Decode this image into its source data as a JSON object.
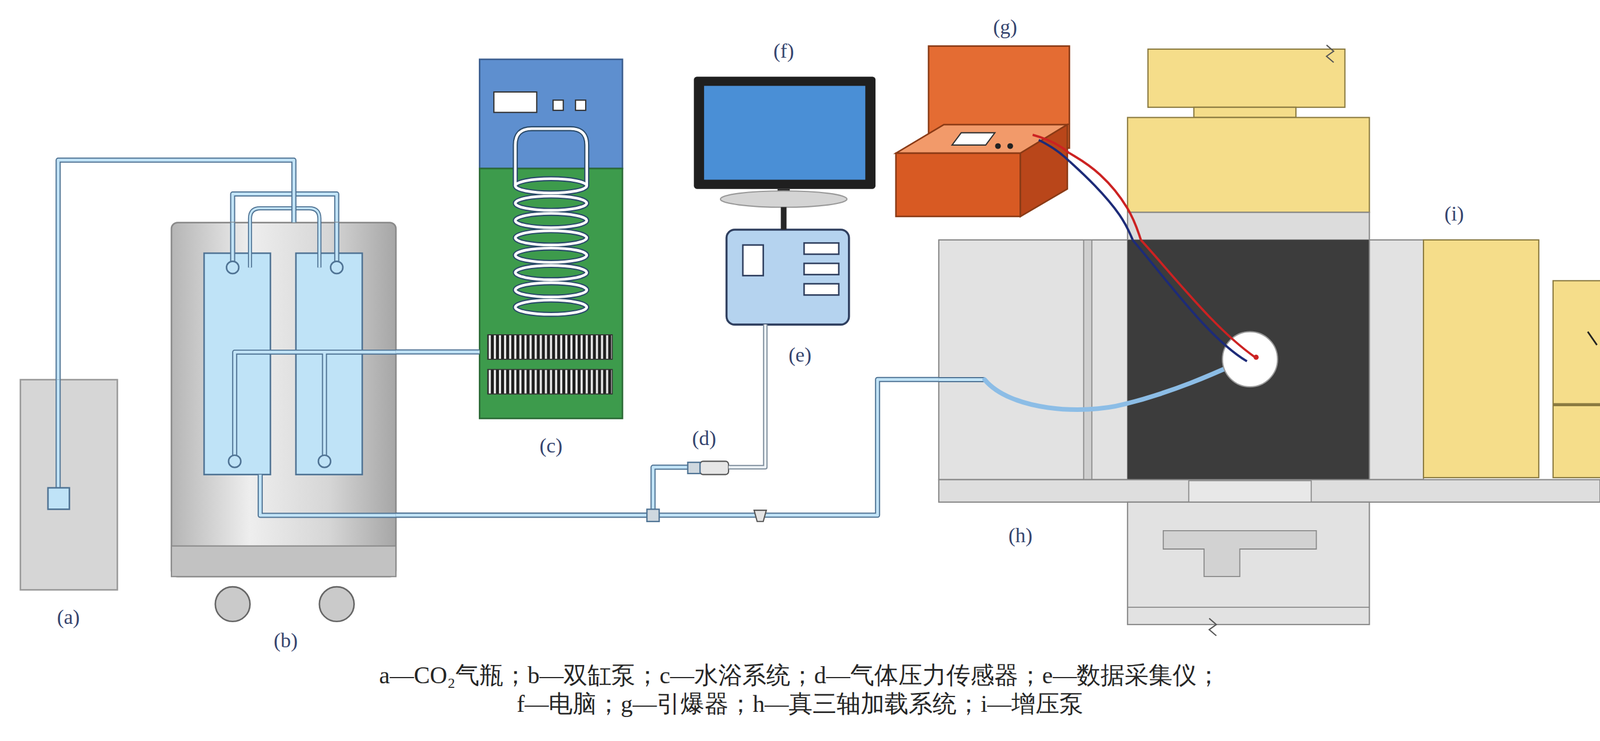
{
  "diagram": {
    "caption": "a—CO₂气瓶；b—双缸泵；c—水浴系统；d—气体压力传感器；e—数据采集仪； f—电脑；g—引爆器；h—真三轴加载系统；i—增压泵",
    "nodes": [
      {
        "text": [
          "(a)"
        ]
      },
      {
        "text": [
          "(b)"
        ]
      },
      {
        "text": [
          "(c)"
        ]
      },
      {
        "text": [
          "(f)"
        ]
      },
      {
        "text": [
          "(e)"
        ]
      },
      {
        "text": [
          "(d)"
        ]
      },
      {
        "text": [
          "(g)"
        ]
      },
      {
        "text": [
          "(h)"
        ]
      },
      {
        "text": [
          "(i)"
        ]
      }
    ],
    "edges": [
      {
        "from": 0,
        "to": 1,
        "arrow": "none"
      },
      {
        "from": 1,
        "to": 2,
        "arrow": "none"
      },
      {
        "from": 1,
        "to": 5,
        "arrow": "none"
      },
      {
        "from": 1,
        "to": 7,
        "arrow": "none"
      },
      {
        "from": 5,
        "to": 4,
        "arrow": "none"
      },
      {
        "from": 3,
        "to": 4,
        "arrow": "none"
      },
      {
        "from": 6,
        "to": 7,
        "arrow": "none"
      },
      {
        "from": 6,
        "to": 7,
        "arrow": "none"
      }
    ]
  }
}
